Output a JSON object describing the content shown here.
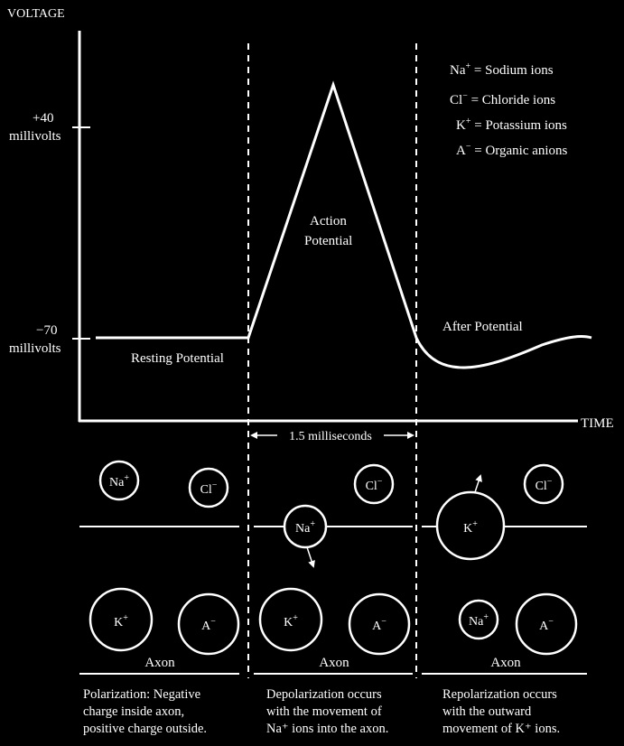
{
  "graph": {
    "y_axis_label": "VOLTAGE",
    "x_axis_label": "TIME",
    "tick_plus40_value": "+40",
    "tick_plus40_unit": "millivolts",
    "tick_minus70_value": "−70",
    "tick_minus70_unit": "millivolts",
    "resting_potential": "Resting Potential",
    "action_potential_line1": "Action",
    "action_potential_line2": "Potential",
    "after_potential": "After Potential",
    "duration": "1.5 milliseconds"
  },
  "legend": [
    {
      "symbol": "Na",
      "charge": "+",
      "desc": "= Sodium ions"
    },
    {
      "symbol": "Cl",
      "charge": "−",
      "desc": "= Chloride ions"
    },
    {
      "symbol": "K",
      "charge": "+",
      "desc": "= Potassium ions"
    },
    {
      "symbol": "A",
      "charge": "−",
      "desc": "= Organic anions"
    }
  ],
  "panels": {
    "polarization": {
      "ions": [
        {
          "symbol": "Na",
          "charge": "+"
        },
        {
          "symbol": "Cl",
          "charge": "−"
        },
        {
          "symbol": "K",
          "charge": "+"
        },
        {
          "symbol": "A",
          "charge": "−"
        }
      ],
      "axon_label": "Axon",
      "caption": [
        "Polarization:  Negative",
        "charge  inside  axon,",
        "positive charge outside."
      ]
    },
    "depolarization": {
      "ions": [
        {
          "symbol": "Cl",
          "charge": "−"
        },
        {
          "symbol": "Na",
          "charge": "+"
        },
        {
          "symbol": "K",
          "charge": "+"
        },
        {
          "symbol": "A",
          "charge": "−"
        }
      ],
      "axon_label": "Axon",
      "caption": [
        "Depolarization occurs",
        "with the movement of",
        "Na⁺ ions into the axon."
      ]
    },
    "repolarization": {
      "ions": [
        {
          "symbol": "K",
          "charge": "+"
        },
        {
          "symbol": "Cl",
          "charge": "−"
        },
        {
          "symbol": "Na",
          "charge": "+"
        },
        {
          "symbol": "A",
          "charge": "−"
        }
      ],
      "axon_label": "Axon",
      "caption": [
        "Repolarization occurs",
        "with    the    outward",
        "movement of K⁺ ions."
      ]
    }
  }
}
